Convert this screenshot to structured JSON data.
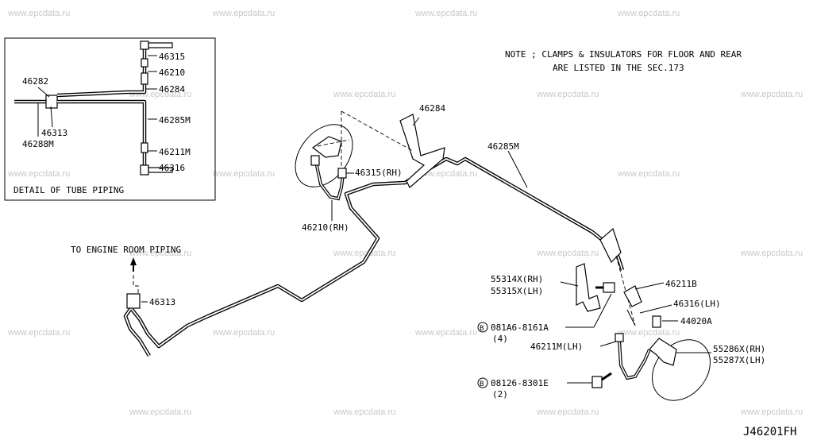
{
  "watermark": "www.epcdata.ru",
  "note": {
    "line1": "NOTE ; CLAMPS & INSULATORS FOR FLOOR AND REAR",
    "line2": "ARE LISTED IN THE SEC.173"
  },
  "detail_box": {
    "caption": "DETAIL OF TUBE PIPING",
    "labels": {
      "p46282": "46282",
      "p46313": "46313",
      "p46288m": "46288M",
      "p46315": "46315",
      "p46210": "46210",
      "p46284": "46284",
      "p46285m": "46285M",
      "p46211m": "46211M",
      "p46316": "46316"
    }
  },
  "main_labels": {
    "p46284": "46284",
    "p46285m": "46285M",
    "p46315rh": "46315(RH)",
    "p46210rh": "46210(RH)",
    "to_engine": "TO ENGINE ROOM PIPING",
    "p46313": "46313",
    "p55314x": "55314X(RH)",
    "p55315x": "55315X(LH)",
    "p46211b": "46211B",
    "p46316lh": "46316(LH)",
    "p44020a": "44020A",
    "bolt1": "081A6-8161A",
    "bolt1_qty": "(4)",
    "p46211mlh": "46211M(LH)",
    "p55286x": "55286X(RH)",
    "p55287x": "55287X(LH)",
    "bolt2": "08126-8301E",
    "bolt2_qty": "(2)",
    "bolt_symbol": "B"
  },
  "diagram_code": "J46201FH"
}
